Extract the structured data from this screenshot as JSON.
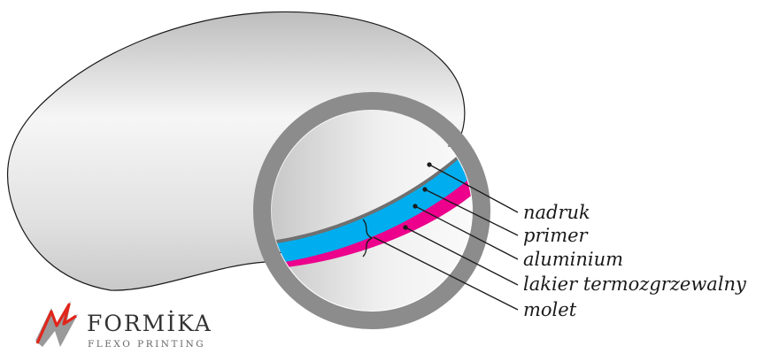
{
  "labels": {
    "nadruk": "nadruk",
    "primer": "primer",
    "aluminium": "aluminium",
    "lakier": "lakier termozgrzewalny",
    "molet": "molet"
  },
  "logo": {
    "name": "FORMİKA",
    "tagline": "FLEXO PRINTING"
  },
  "colors": {
    "blade_light": "#f4f4f4",
    "blade_dark": "#b8b8b8",
    "ring": "#8c8c8c",
    "primer": "#707070",
    "aluminium": "#00aeef",
    "lakier": "#ec008c",
    "logo_red": "#e1251b"
  }
}
